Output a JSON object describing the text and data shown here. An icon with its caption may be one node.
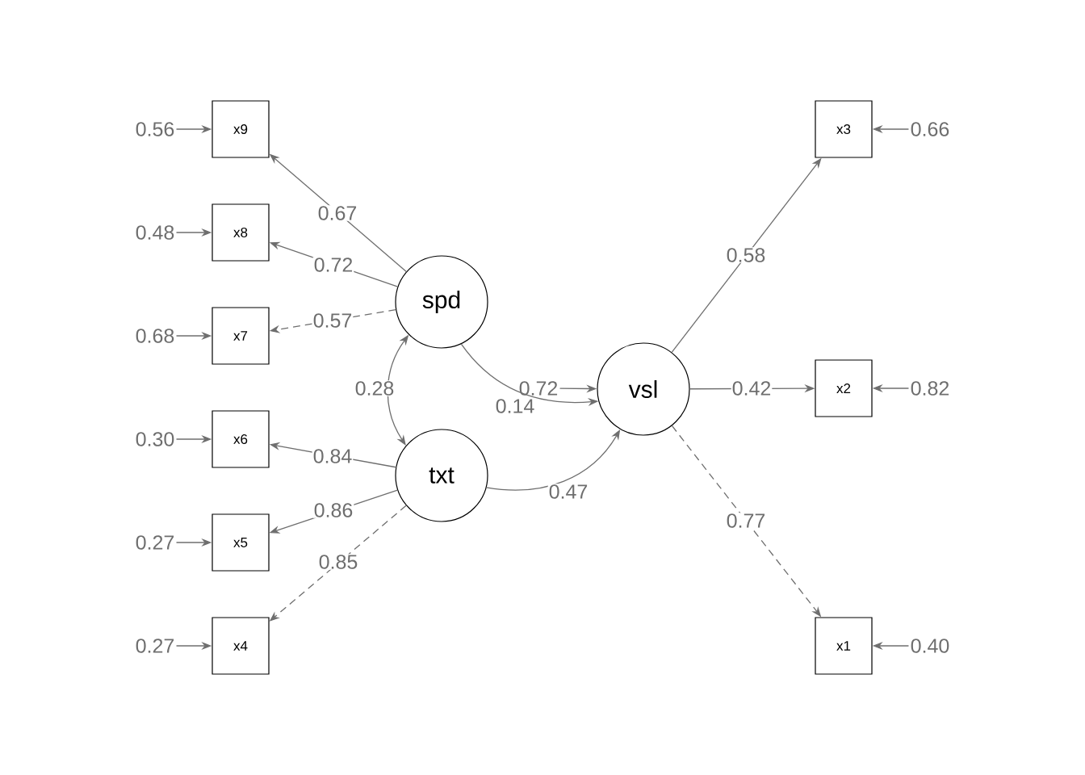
{
  "diagram": {
    "nodes": [
      {
        "text": [
          "x9"
        ]
      },
      {
        "text": [
          "x8"
        ]
      },
      {
        "text": [
          "x7"
        ]
      },
      {
        "text": [
          "x6"
        ]
      },
      {
        "text": [
          "x5"
        ]
      },
      {
        "text": [
          "x4"
        ]
      },
      {
        "text": [
          "spd"
        ]
      },
      {
        "text": [
          "txt"
        ]
      },
      {
        "text": [
          "vsl"
        ]
      },
      {
        "text": [
          "x3"
        ]
      },
      {
        "text": [
          "x2"
        ]
      },
      {
        "text": [
          "x1"
        ]
      },
      {
        "text": [
          "0.56"
        ]
      },
      {
        "text": [
          "0.48"
        ]
      },
      {
        "text": [
          "0.68"
        ]
      },
      {
        "text": [
          "0.30"
        ]
      },
      {
        "text": [
          "0.27"
        ]
      },
      {
        "text": [
          "0.27"
        ]
      },
      {
        "text": [
          "0.72"
        ]
      },
      {
        "text": [
          "0.66"
        ]
      },
      {
        "text": [
          "0.82"
        ]
      },
      {
        "text": [
          "0.40"
        ]
      }
    ],
    "edges": [
      {
        "from": 6,
        "to": 0,
        "arrow": "to",
        "label": "0.67"
      },
      {
        "from": 6,
        "to": 1,
        "arrow": "to",
        "label": "0.72"
      },
      {
        "from": 6,
        "to": 2,
        "arrow": "to",
        "label": "0.57",
        "style": "dashed"
      },
      {
        "from": 7,
        "to": 3,
        "arrow": "to",
        "label": "0.84"
      },
      {
        "from": 7,
        "to": 4,
        "arrow": "to",
        "label": "0.86"
      },
      {
        "from": 7,
        "to": 5,
        "arrow": "to",
        "label": "0.85",
        "style": "dashed"
      },
      {
        "from": 8,
        "to": 9,
        "arrow": "to",
        "label": "0.58"
      },
      {
        "from": 8,
        "to": 10,
        "arrow": "to",
        "label": "0.42"
      },
      {
        "from": 8,
        "to": 11,
        "arrow": "to",
        "label": "0.77",
        "style": "dashed"
      },
      {
        "from": 6,
        "to": 7,
        "arrow": "both",
        "label": "0.28"
      },
      {
        "from": 6,
        "to": 8,
        "arrow": "to",
        "label": "0.14"
      },
      {
        "from": 7,
        "to": 8,
        "arrow": "to",
        "label": "0.47"
      },
      {
        "from": 12,
        "to": 0,
        "arrow": "to"
      },
      {
        "from": 13,
        "to": 1,
        "arrow": "to"
      },
      {
        "from": 14,
        "to": 2,
        "arrow": "to"
      },
      {
        "from": 15,
        "to": 3,
        "arrow": "to"
      },
      {
        "from": 16,
        "to": 4,
        "arrow": "to"
      },
      {
        "from": 17,
        "to": 5,
        "arrow": "to"
      },
      {
        "from": 18,
        "to": 8,
        "arrow": "to"
      },
      {
        "from": 19,
        "to": 9,
        "arrow": "to"
      },
      {
        "from": 20,
        "to": 10,
        "arrow": "to"
      },
      {
        "from": 21,
        "to": 11,
        "arrow": "to"
      }
    ]
  }
}
